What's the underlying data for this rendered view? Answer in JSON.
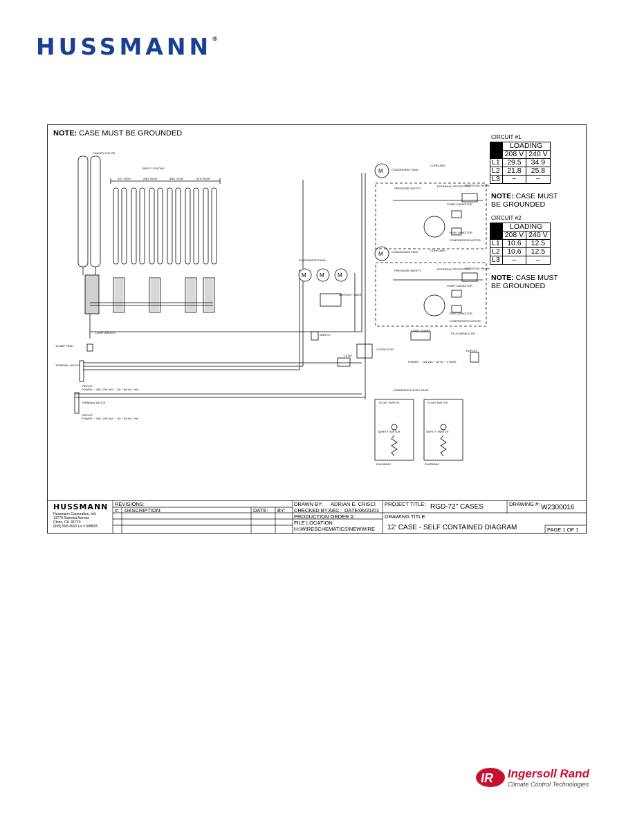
{
  "header": {
    "brand": "HUSSMANN",
    "registered_mark": "®"
  },
  "diagram": {
    "note_main_bold": "NOTE:",
    "note_main_text": "CASE MUST BE GROUNDED",
    "circuit1": {
      "title": "CIRCUIT #1",
      "loading_label": "LOADING",
      "voltages": [
        "208 V",
        "240 V"
      ],
      "rows": [
        {
          "line": "L1",
          "v208": "29.5",
          "v240": "34.9"
        },
        {
          "line": "L2",
          "v208": "21.8",
          "v240": "25.8"
        },
        {
          "line": "L3",
          "v208": "~",
          "v240": "~"
        }
      ],
      "note_bold": "NOTE:",
      "note_text_1": "CASE MUST",
      "note_text_2": "BE GROUNDED"
    },
    "circuit2": {
      "title": "CIRCUIT #2",
      "loading_label": "LOADING",
      "voltages": [
        "208 V",
        "240 V"
      ],
      "rows": [
        {
          "line": "L1",
          "v208": "10.6",
          "v240": "12.5"
        },
        {
          "line": "L2",
          "v208": "10.6",
          "v240": "12.5"
        },
        {
          "line": "L3",
          "v208": "–",
          "v240": "–"
        }
      ],
      "note_bold": "NOTE:",
      "note_text_1": "CASE MUST",
      "note_text_2": "BE GROUNDED"
    },
    "labels": {
      "canopy_lights": "CANOPY LIGHTS",
      "shelf_lighting": "SHELF LIGHTING",
      "row1": "1ST. ROW",
      "row2": "2ND. ROW",
      "row3": "3RD. ROW",
      "row4": "4TH. ROW",
      "condensing_fans_1": "CONDENSING FANS",
      "condensing_fans_2": "CONDENSING FANS",
      "copeland_1": "COPELAND",
      "copeland_2": "COPELAND",
      "pressure_safety_1": "PRESSURE SAFETY",
      "pressure_safety_2": "PRESSURE SAFETY",
      "external_protector_1": "EXTERNAL PROTECTOR",
      "external_protector_2": "EXTERNAL PROTECTOR",
      "potential_relay_1": "POTENTIAL RELAY",
      "potential_relay_2": "POTENTIAL RELAY",
      "start_capacitor_1": "START CAPACITOR",
      "start_capacitor_2": "START CAPACITOR",
      "run_capacitor_1": "RUN CAPACITOR",
      "run_capacitor_2": "RUN CAPACITOR",
      "compressor_motor_1": "COMPRESSOR MOTOR",
      "compressor_motor_2": "COMPRESSOR MOTOR",
      "evaporator_fans": "EVAPORATOR FANS",
      "defrost_timer": "DEFROST TIMER",
      "switch": "SWITCH",
      "light_switch": "LIGHT SWITCH",
      "fuse": "15 AMP FUSE",
      "terminal_block_1": "TERMINAL BLOCK",
      "terminal_block_2": "TERMINAL BLOCK",
      "circuit_a": "CIRCUIT",
      "circuit_a_power": "POWER: ~ 208 / 230 VAC ~ 1Ø ~ 60 Hz ~ 4W",
      "circuit_b": "CIRCUIT",
      "circuit_b_power": "POWER: ~ 208 / 230 VAC ~ 1Ø ~ 60 Hz ~ 4W",
      "contactor": "CONTACTOR",
      "tstat": "T-STAT",
      "cond_pumps": "COND. PUMPS",
      "plug_nema": "PLUG NEMA 6-15P",
      "power_115": "POWER: ~ 115 VAC ~ 60 Hz ~ 2 WIRE",
      "duplex": "DUPLEX",
      "condensate_evap_pans": "CONDENSATE EVAP. PANS",
      "float_switch_1": "FLOAT SWITCH",
      "float_switch_2": "FLOAT SWITCH",
      "safety_switch_1": "SAFETY SWITCH",
      "safety_switch_2": "SAFETY SWITCH",
      "evap_1": "EVAPAWAY",
      "evap_2": "EVAPAWAY"
    }
  },
  "title_block": {
    "logo": "HUSSMANN",
    "company": "Hussmann Corporation, Intl.",
    "address1": "13770 Ramona Avenue",
    "address2": "Chino, CA. 91710",
    "phone": "(909) 590-4910   Lic.# 588825",
    "revisions": "REVISIONS:",
    "rev_num": "#:",
    "description": "DESCRIPTION:",
    "date": "DATE:",
    "by": "BY:",
    "drawn_by_label": "DRAWN BY:",
    "drawn_by": "ADRIAN E. CRISCI",
    "checked_by_label": "CHECKED BY:",
    "checked_by": "AEC",
    "date_label": "DATE:",
    "date_value": "06/21/01",
    "production_order": "PRODUCTION ORDER #:",
    "file_location_label": "FILE LOCATION:",
    "file_location": "H:\\WIRESCHEMATICS\\NEWWIRE",
    "project_title_label": "PROJECT TITLE:",
    "project_title": "RGD-72\"  CASES",
    "drawing_num_label": "DRAWING #:",
    "drawing_num": "W2300016",
    "drawing_title_label": "DRAWING TITLE:",
    "drawing_title": "12' CASE - SELF CONTAINED DIAGRAM",
    "page": "PAGE 1 OF 1"
  },
  "footer": {
    "brand": "Ingersoll Rand",
    "sub": "Climate Control Technologies",
    "logo_mark": "IR"
  },
  "colors": {
    "hussmann_blue": "#1c3f94",
    "ir_red": "#c8102e"
  }
}
